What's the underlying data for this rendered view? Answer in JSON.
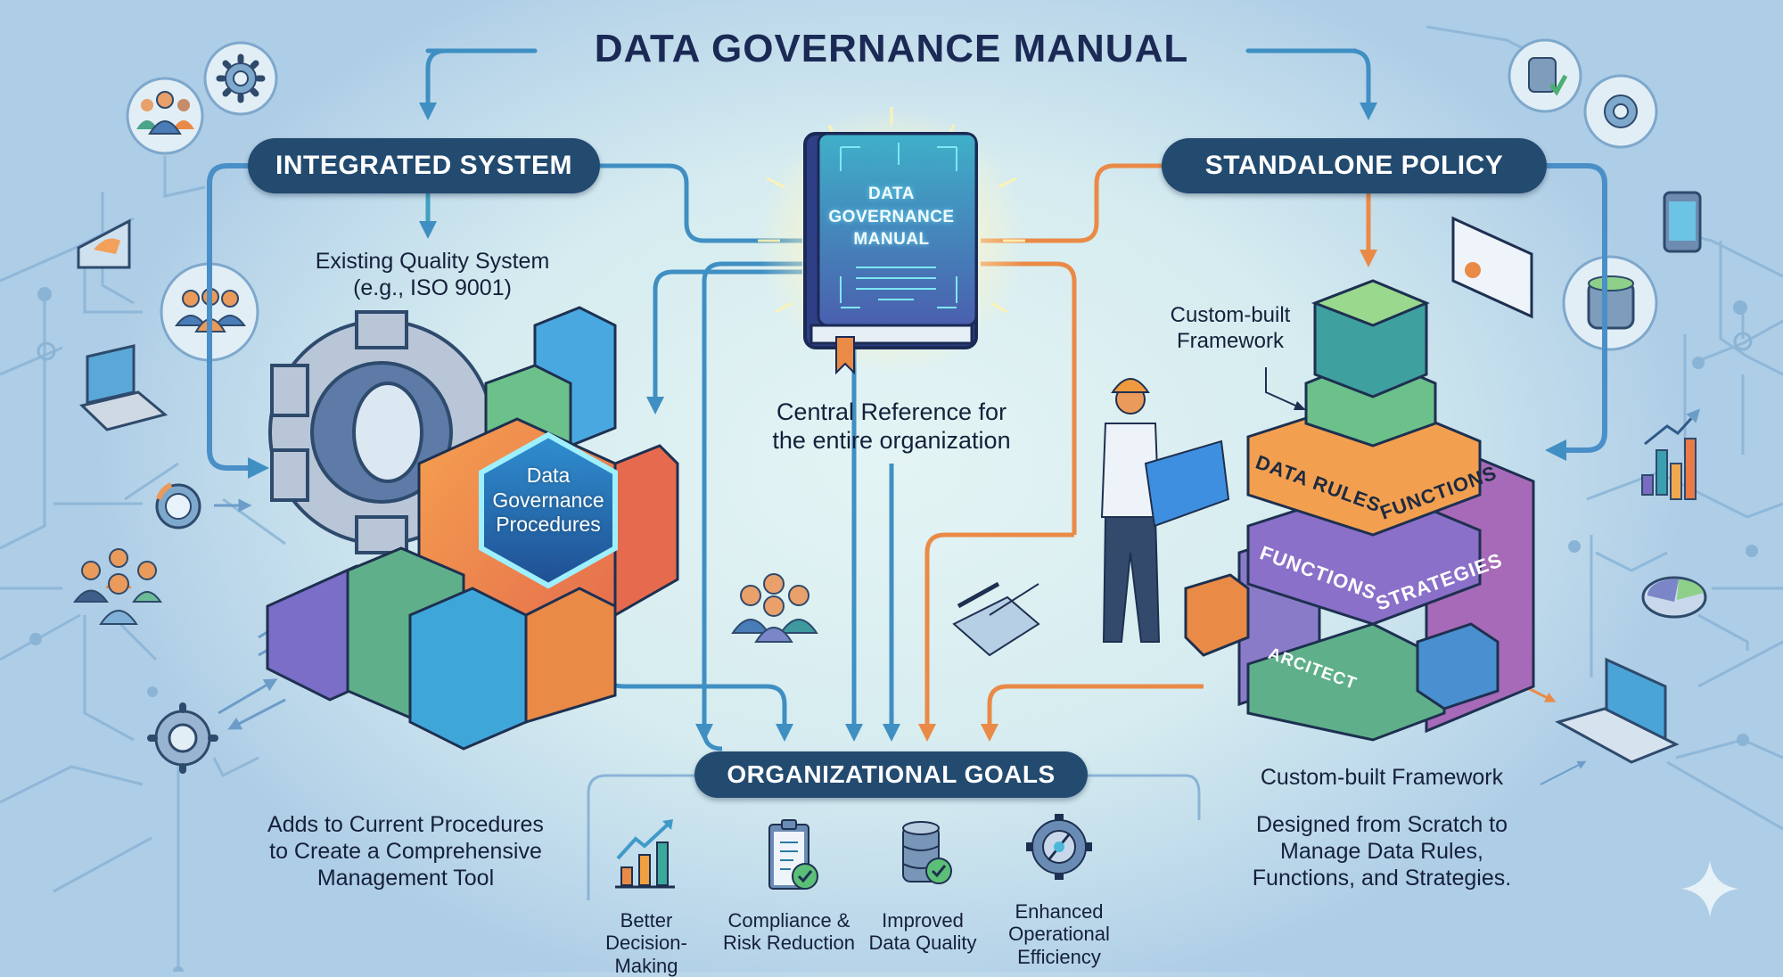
{
  "title": "DATA GOVERNANCE MANUAL",
  "book": {
    "lines": [
      "DATA",
      "GOVERNANCE",
      "MANUAL"
    ],
    "caption_lines": [
      "Central Reference for",
      "the entire organization"
    ]
  },
  "integrated": {
    "label": "INTEGRATED SYSTEM",
    "subtitle_lines": [
      "Existing Quality System",
      "(e.g., ISO 9001)"
    ],
    "hexagon_lines": [
      "Data",
      "Governance",
      "Procedures"
    ],
    "description_lines": [
      "Adds to Current Procedures",
      "to Create a Comprehensive",
      "Management Tool"
    ]
  },
  "standalone": {
    "label": "STANDALONE POLICY",
    "framework_callout_lines": [
      "Custom-built",
      "Framework"
    ],
    "tower_labels": {
      "top_left": "DATA RULES",
      "top_right": "FUNCTIONS",
      "middle_left": "FUNCTIONS",
      "middle_right": "STRATEGIES",
      "base": "ARCITECT"
    },
    "framework_heading": "Custom-built Framework",
    "description_lines": [
      "Designed from Scratch to",
      "Manage Data Rules,",
      "Functions, and Strategies."
    ]
  },
  "goals": {
    "label": "ORGANIZATIONAL GOALS",
    "items": [
      {
        "icon": "bar-chart-trend-icon",
        "lines": [
          "Better",
          "Decision-Making"
        ]
      },
      {
        "icon": "clipboard-check-icon",
        "lines": [
          "Compliance &",
          "Risk Reduction"
        ]
      },
      {
        "icon": "database-check-icon",
        "lines": [
          "Improved",
          "Data Quality"
        ]
      },
      {
        "icon": "gear-gauge-icon",
        "lines": [
          "Enhanced",
          "Operational",
          "Efficiency"
        ]
      }
    ]
  },
  "colors": {
    "title": "#1b2a55",
    "pill_bg": "#234a6f",
    "blue_arrow": "#3f8fc3",
    "orange_arrow": "#ea8a47",
    "network_line": "#8ab4d6",
    "background_center": "#e4f4f4",
    "background_edge": "#aecde6"
  }
}
